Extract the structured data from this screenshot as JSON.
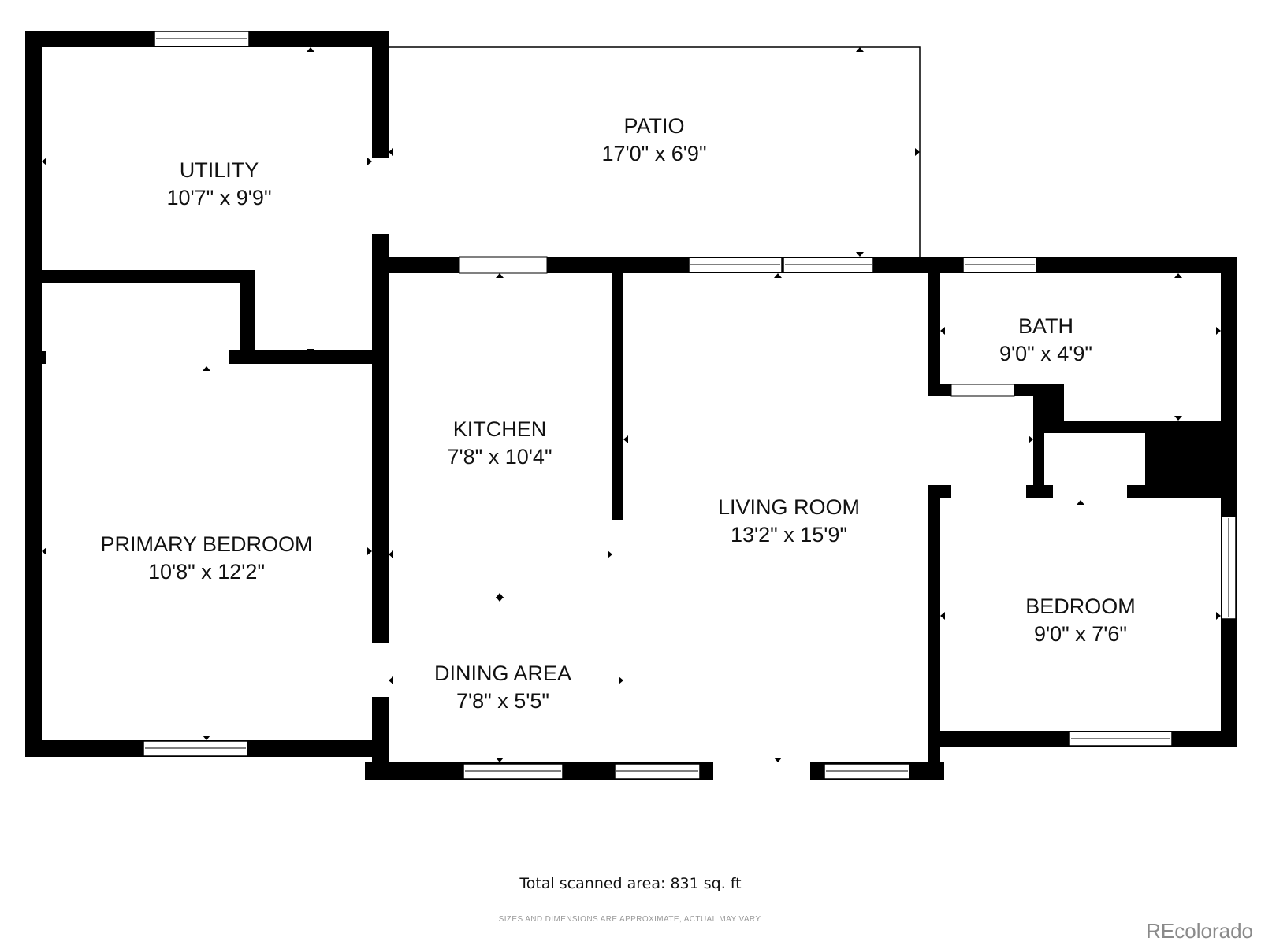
{
  "rooms": [
    {
      "id": "utility",
      "name": "UTILITY",
      "size": "10'7\" x 9'9\""
    },
    {
      "id": "patio",
      "name": "PATIO",
      "size": "17'0\" x 6'9\""
    },
    {
      "id": "primary-bedroom",
      "name": "PRIMARY BEDROOM",
      "size": "10'8\" x 12'2\""
    },
    {
      "id": "kitchen",
      "name": "KITCHEN",
      "size": "7'8\" x 10'4\""
    },
    {
      "id": "living-room",
      "name": "LIVING ROOM",
      "size": "13'2\" x 15'9\""
    },
    {
      "id": "bath",
      "name": "BATH",
      "size": "9'0\" x 4'9\""
    },
    {
      "id": "bedroom",
      "name": "BEDROOM",
      "size": "9'0\" x 7'6\""
    },
    {
      "id": "dining-area",
      "name": "DINING AREA",
      "size": "7'8\" x 5'5\""
    }
  ],
  "footer": {
    "total_area": "Total scanned area: 831 sq. ft",
    "disclaimer": "SIZES AND DIMENSIONS ARE APPROXIMATE, ACTUAL MAY VARY."
  },
  "brand": "REcolorado",
  "colors": {
    "wall": "#000000",
    "background": "#ffffff",
    "brand": "#8a8a8a"
  }
}
